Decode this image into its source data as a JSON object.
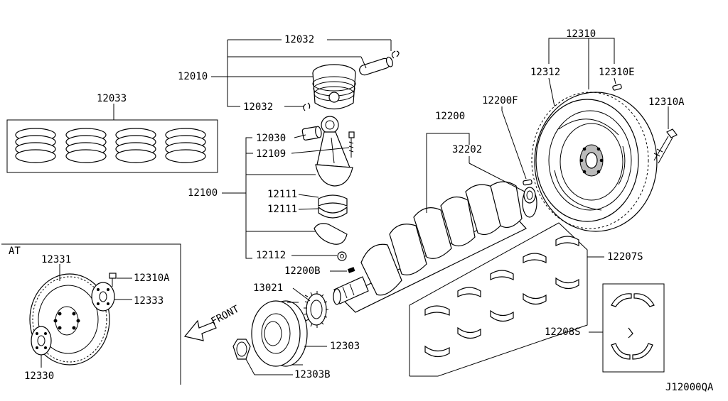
{
  "diagram_code": "J12000QA",
  "at_label": "AT",
  "front_label": "FRONT",
  "callouts": {
    "p12033": "12033",
    "p12032_top": "12032",
    "p12010": "12010",
    "p12032_bottom": "12032",
    "p12030": "12030",
    "p12109": "12109",
    "p12100": "12100",
    "p12111_a": "12111",
    "p12111_b": "12111",
    "p12112": "12112",
    "p12200": "12200",
    "p32202": "32202",
    "p12200F": "12200F",
    "p12200B": "12200B",
    "p13021": "13021",
    "p12303": "12303",
    "p12303B": "12303B",
    "p12207S": "12207S",
    "p12208S": "12208S",
    "p12310": "12310",
    "p12312": "12312",
    "p12310E": "12310E",
    "p12310A": "12310A",
    "p12331": "12331",
    "p12310A_at": "12310A",
    "p12333": "12333",
    "p12330": "12330"
  }
}
